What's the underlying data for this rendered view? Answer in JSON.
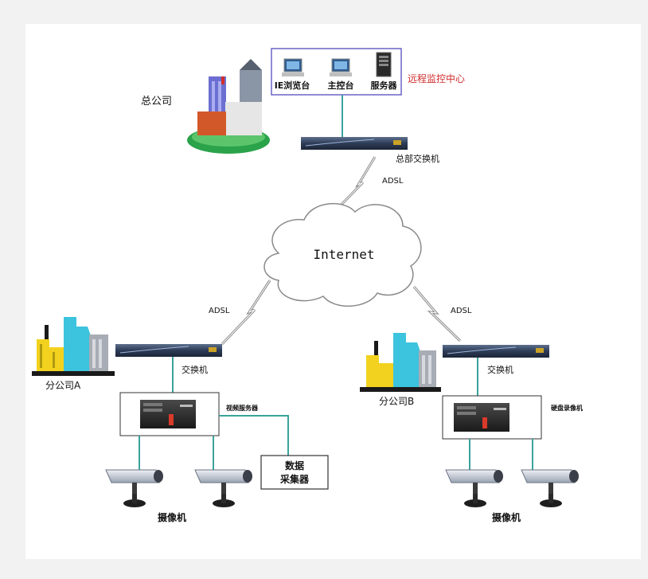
{
  "hq": {
    "label": "总公司",
    "monitor_center": {
      "label": "远程监控中心",
      "ie_console": "IE浏览台",
      "main_console": "主控台",
      "server": "服务器"
    },
    "switch_label": "总部交换机"
  },
  "internet": {
    "label": "Internet"
  },
  "links": {
    "adsl_hq": "ADSL",
    "adsl_a": "ADSL",
    "adsl_b": "ADSL"
  },
  "branch_a": {
    "label": "分公司A",
    "switch_label": "交换机",
    "video_server_label": "视频服务器",
    "data_collector_label": "数据\n采集器",
    "camera_label": "摄像机"
  },
  "branch_b": {
    "label": "分公司B",
    "switch_label": "交换机",
    "dvr_label": "硬盘录像机",
    "camera_label": "摄像机"
  },
  "colors": {
    "link_line": "#3aa39b",
    "monitor_frame": "#6b63c7",
    "monitor_label": "#d22d2d",
    "cloud_stroke": "#8a8a8a"
  }
}
